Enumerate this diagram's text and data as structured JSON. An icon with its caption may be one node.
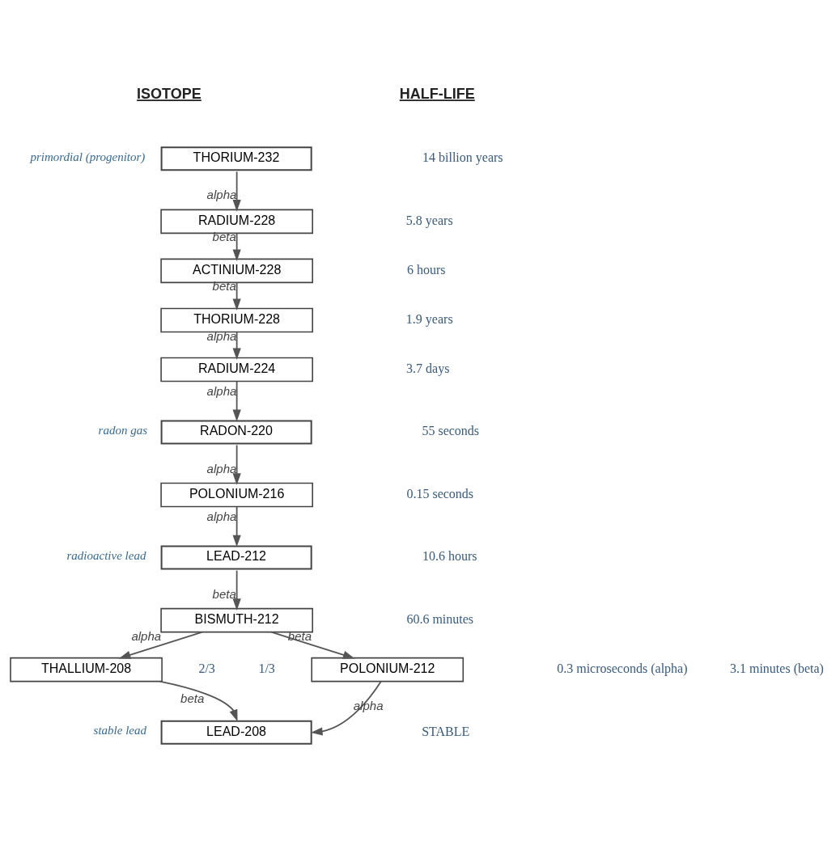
{
  "diagram": {
    "nodes": [
      {
        "text": [
          "THORIUM-232"
        ],
        "beside": [
          "primordial (progenitor)"
        ]
      },
      {
        "text": [
          "RADIUM-228"
        ]
      },
      {
        "text": [
          "ACTINIUM-228"
        ]
      },
      {
        "text": [
          "THORIUM-228"
        ]
      },
      {
        "text": [
          "RADIUM-224"
        ]
      },
      {
        "text": [
          "RADON-220"
        ],
        "beside": [
          "radon gas"
        ]
      },
      {
        "text": [
          "POLONIUM-216"
        ]
      },
      {
        "text": [
          "LEAD-212"
        ],
        "beside": [
          "radioactive lead"
        ]
      },
      {
        "text": [
          "BISMUTH-212"
        ]
      },
      {
        "text": [
          "THALLIUM-208"
        ]
      },
      {
        "text": [
          "POLONIUM-212"
        ]
      },
      {
        "text": [
          "LEAD-208"
        ],
        "beside": [
          "stable lead"
        ]
      }
    ],
    "edges": [
      {
        "from": 0,
        "to": 1,
        "arrow": "to",
        "label": "alpha"
      },
      {
        "from": 1,
        "to": 2,
        "arrow": "to",
        "label": "beta"
      },
      {
        "from": 2,
        "to": 3,
        "arrow": "to",
        "label": "beta"
      },
      {
        "from": 3,
        "to": 4,
        "arrow": "to",
        "label": "alpha"
      },
      {
        "from": 4,
        "to": 5,
        "arrow": "to",
        "label": "alpha"
      },
      {
        "from": 5,
        "to": 6,
        "arrow": "to",
        "label": "alpha"
      },
      {
        "from": 6,
        "to": 7,
        "arrow": "to",
        "label": "alpha"
      },
      {
        "from": 7,
        "to": 8,
        "arrow": "to",
        "label": "beta"
      },
      {
        "from": 8,
        "to": 9,
        "arrow": "to",
        "label": "alpha"
      },
      {
        "from": 8,
        "to": 10,
        "arrow": "to",
        "label": "beta"
      },
      {
        "from": 9,
        "to": 11,
        "arrow": "to",
        "label": "beta"
      },
      {
        "from": 10,
        "to": 11,
        "arrow": "to",
        "label": "alpha"
      }
    ],
    "labels": [
      "ISOTOPE",
      "HALF-LIFE",
      "14 billion years",
      "5.8 years",
      "6 hours",
      "1.9 years",
      "3.7 days",
      "55 seconds",
      "0.15 seconds",
      "10.6 hours",
      "60.6 minutes",
      "3.1 minutes (beta)",
      "0.3 microseconds (alpha)",
      "1/3",
      "2/3",
      "STABLE"
    ]
  }
}
